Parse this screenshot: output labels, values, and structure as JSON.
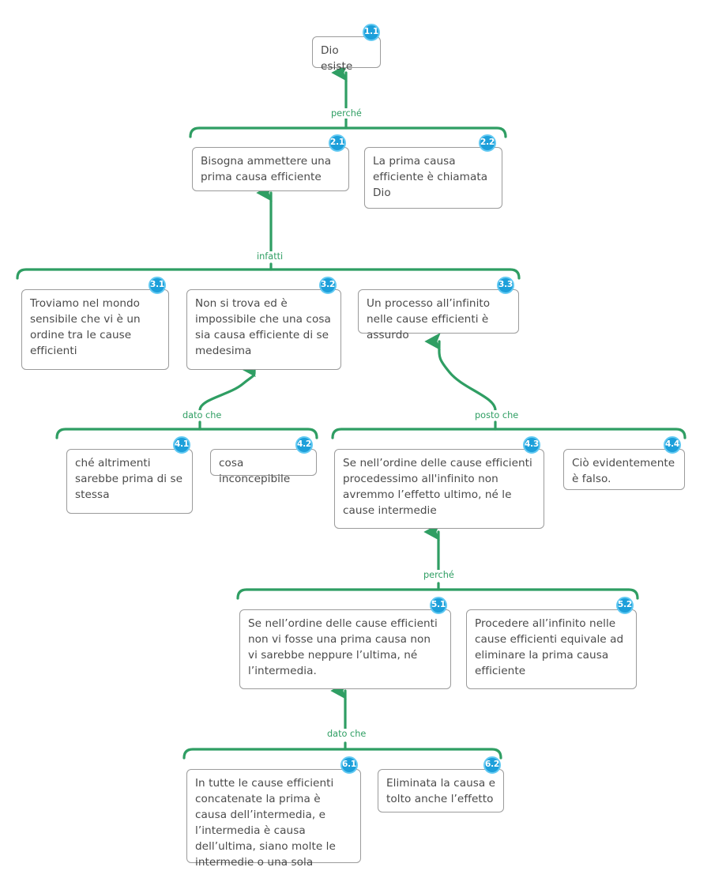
{
  "diagram": {
    "title": "Dio esiste — argomentazione (prima via)",
    "colors": {
      "connector_green": "#2f9e63",
      "badge_fill": "#1c9fda",
      "badge_ring": "#62c9f2",
      "box_border": "#9b9b9b",
      "text": "#4a4a4a",
      "background": "#ffffff"
    },
    "nodes": [
      {
        "id": "1.1",
        "label": "1.1",
        "text": "Dio esiste"
      },
      {
        "id": "2.1",
        "label": "2.1",
        "text": "Bisogna ammettere una prima causa efficiente"
      },
      {
        "id": "2.2",
        "label": "2.2",
        "text": "La prima causa efficiente è chiamata Dio"
      },
      {
        "id": "3.1",
        "label": "3.1",
        "text": "Troviamo nel mondo sensibile che vi è un ordine tra le cause efficienti"
      },
      {
        "id": "3.2",
        "label": "3.2",
        "text": "Non si trova ed è impossibile che una cosa sia causa efficiente di se medesima"
      },
      {
        "id": "3.3",
        "label": "3.3",
        "text": "Un processo all’infinito nelle cause efficienti è assurdo"
      },
      {
        "id": "4.1",
        "label": "4.1",
        "text": "ché altrimenti sarebbe prima di se stessa"
      },
      {
        "id": "4.2",
        "label": "4.2",
        "text": "cosa inconcepibile"
      },
      {
        "id": "4.3",
        "label": "4.3",
        "text": "Se nell’ordine delle cause efficienti procedessimo all'infinito non avremmo l’effetto ultimo, né le cause intermedie"
      },
      {
        "id": "4.4",
        "label": "4.4",
        "text": "Ciò evidentemente è falso."
      },
      {
        "id": "5.1",
        "label": "5.1",
        "text": "Se nell’ordine delle cause efficienti non vi fosse una prima causa non vi sarebbe neppure l’ultima, né l’intermedia."
      },
      {
        "id": "5.2",
        "label": "5.2",
        "text": "Procedere all’infinito nelle cause efficienti equivale ad eliminare la prima causa efficiente"
      },
      {
        "id": "6.1",
        "label": "6.1",
        "text": "In tutte le cause efficienti concatenate la prima è causa dell’intermedia, e l’intermedia è causa dell’ultima, siano molte le intermedie o una sola"
      },
      {
        "id": "6.2",
        "label": "6.2",
        "text": "Eliminata la causa e tolto anche l’effetto"
      }
    ],
    "relations": [
      {
        "id": "r1",
        "label": "perché",
        "from_group": [
          "2.1",
          "2.2"
        ],
        "to": "1.1"
      },
      {
        "id": "r2",
        "label": "infatti",
        "from_group": [
          "3.1",
          "3.2",
          "3.3"
        ],
        "to": "2.1"
      },
      {
        "id": "r3",
        "label": "dato che",
        "from_group": [
          "4.1",
          "4.2"
        ],
        "to": "3.2"
      },
      {
        "id": "r4",
        "label": "posto che",
        "from_group": [
          "4.3",
          "4.4"
        ],
        "to": "3.3"
      },
      {
        "id": "r5",
        "label": "perché",
        "from_group": [
          "5.1",
          "5.2"
        ],
        "to": "4.3"
      },
      {
        "id": "r6",
        "label": "dato che",
        "from_group": [
          "6.1",
          "6.2"
        ],
        "to": "5.1"
      }
    ]
  }
}
